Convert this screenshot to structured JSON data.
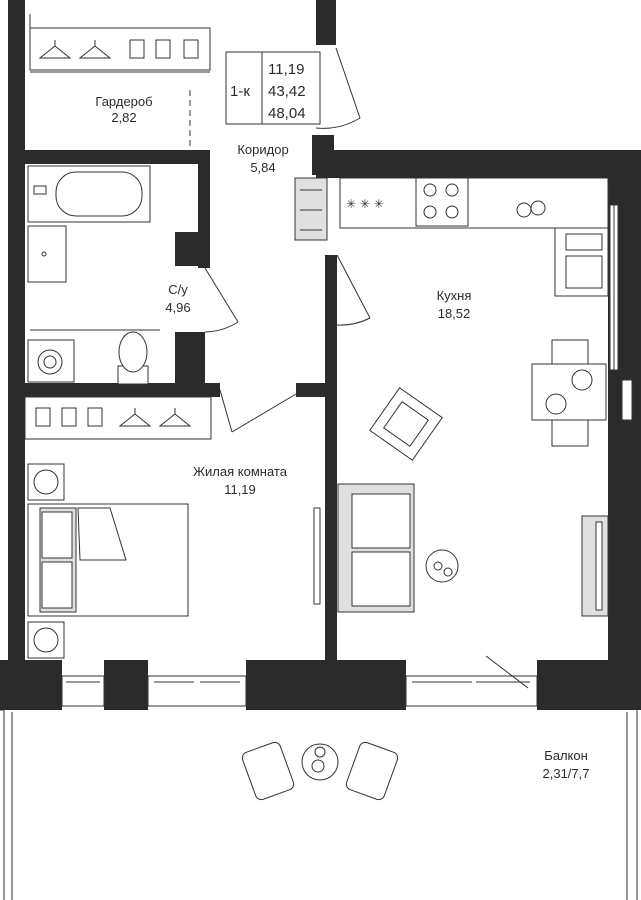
{
  "apartment": {
    "type": "1-к",
    "area_living": "11,19",
    "area_total": "43,42",
    "area_total_with_balcony": "48,04"
  },
  "rooms": {
    "wardrobe": {
      "name": "Гардероб",
      "area": "2,82"
    },
    "corridor": {
      "name": "Коридор",
      "area": "5,84"
    },
    "bathroom": {
      "name": "С/у",
      "area": "4,96"
    },
    "kitchen": {
      "name": "Кухня",
      "area": "18,52"
    },
    "living": {
      "name": "Жилая комната",
      "area": "11,19"
    },
    "balcony": {
      "name": "Балкон",
      "area": "2,31/7,7"
    }
  },
  "colors": {
    "wall": "#2b2b2b",
    "floor_grey": "#e0e0e0",
    "text": "#2b2b2b"
  }
}
